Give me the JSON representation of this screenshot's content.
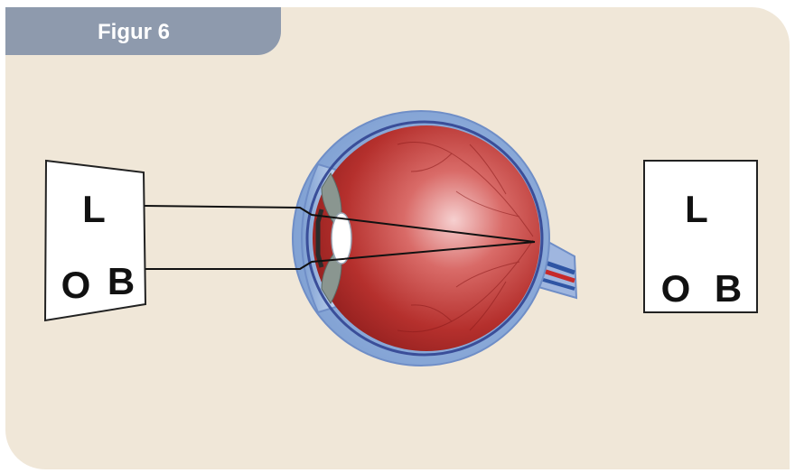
{
  "figure": {
    "label": "Figur 6"
  },
  "object_card": {
    "top_letter": "L",
    "bottom_letter_left": "O",
    "bottom_letter_right": "B"
  },
  "image_card": {
    "top_letter": "L",
    "bottom_letter_left": "O",
    "bottom_letter_right": "B"
  },
  "colors": {
    "background": "#f0e7d8",
    "tab": "#8e9aad",
    "eye_outer": "#8fb0dc",
    "eye_inner": "#b22a27",
    "nerve_blue": "#2f55a4",
    "nerve_red": "#c62a2a"
  }
}
